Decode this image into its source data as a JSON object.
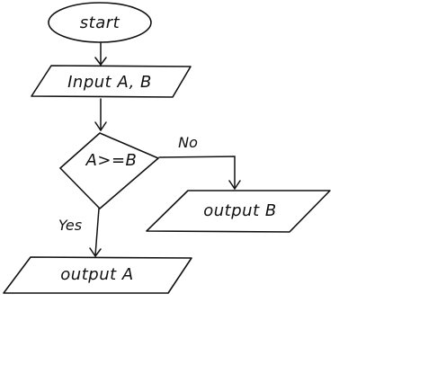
{
  "nodes": {
    "start": "start",
    "input": "Input A, B",
    "decision": "A>=B",
    "output_b": "output B",
    "output_a": "output A"
  },
  "edges": {
    "no_label": "No",
    "yes_label": "Yes"
  },
  "colors": {
    "ink": "#111111",
    "background": "#ffffff"
  }
}
